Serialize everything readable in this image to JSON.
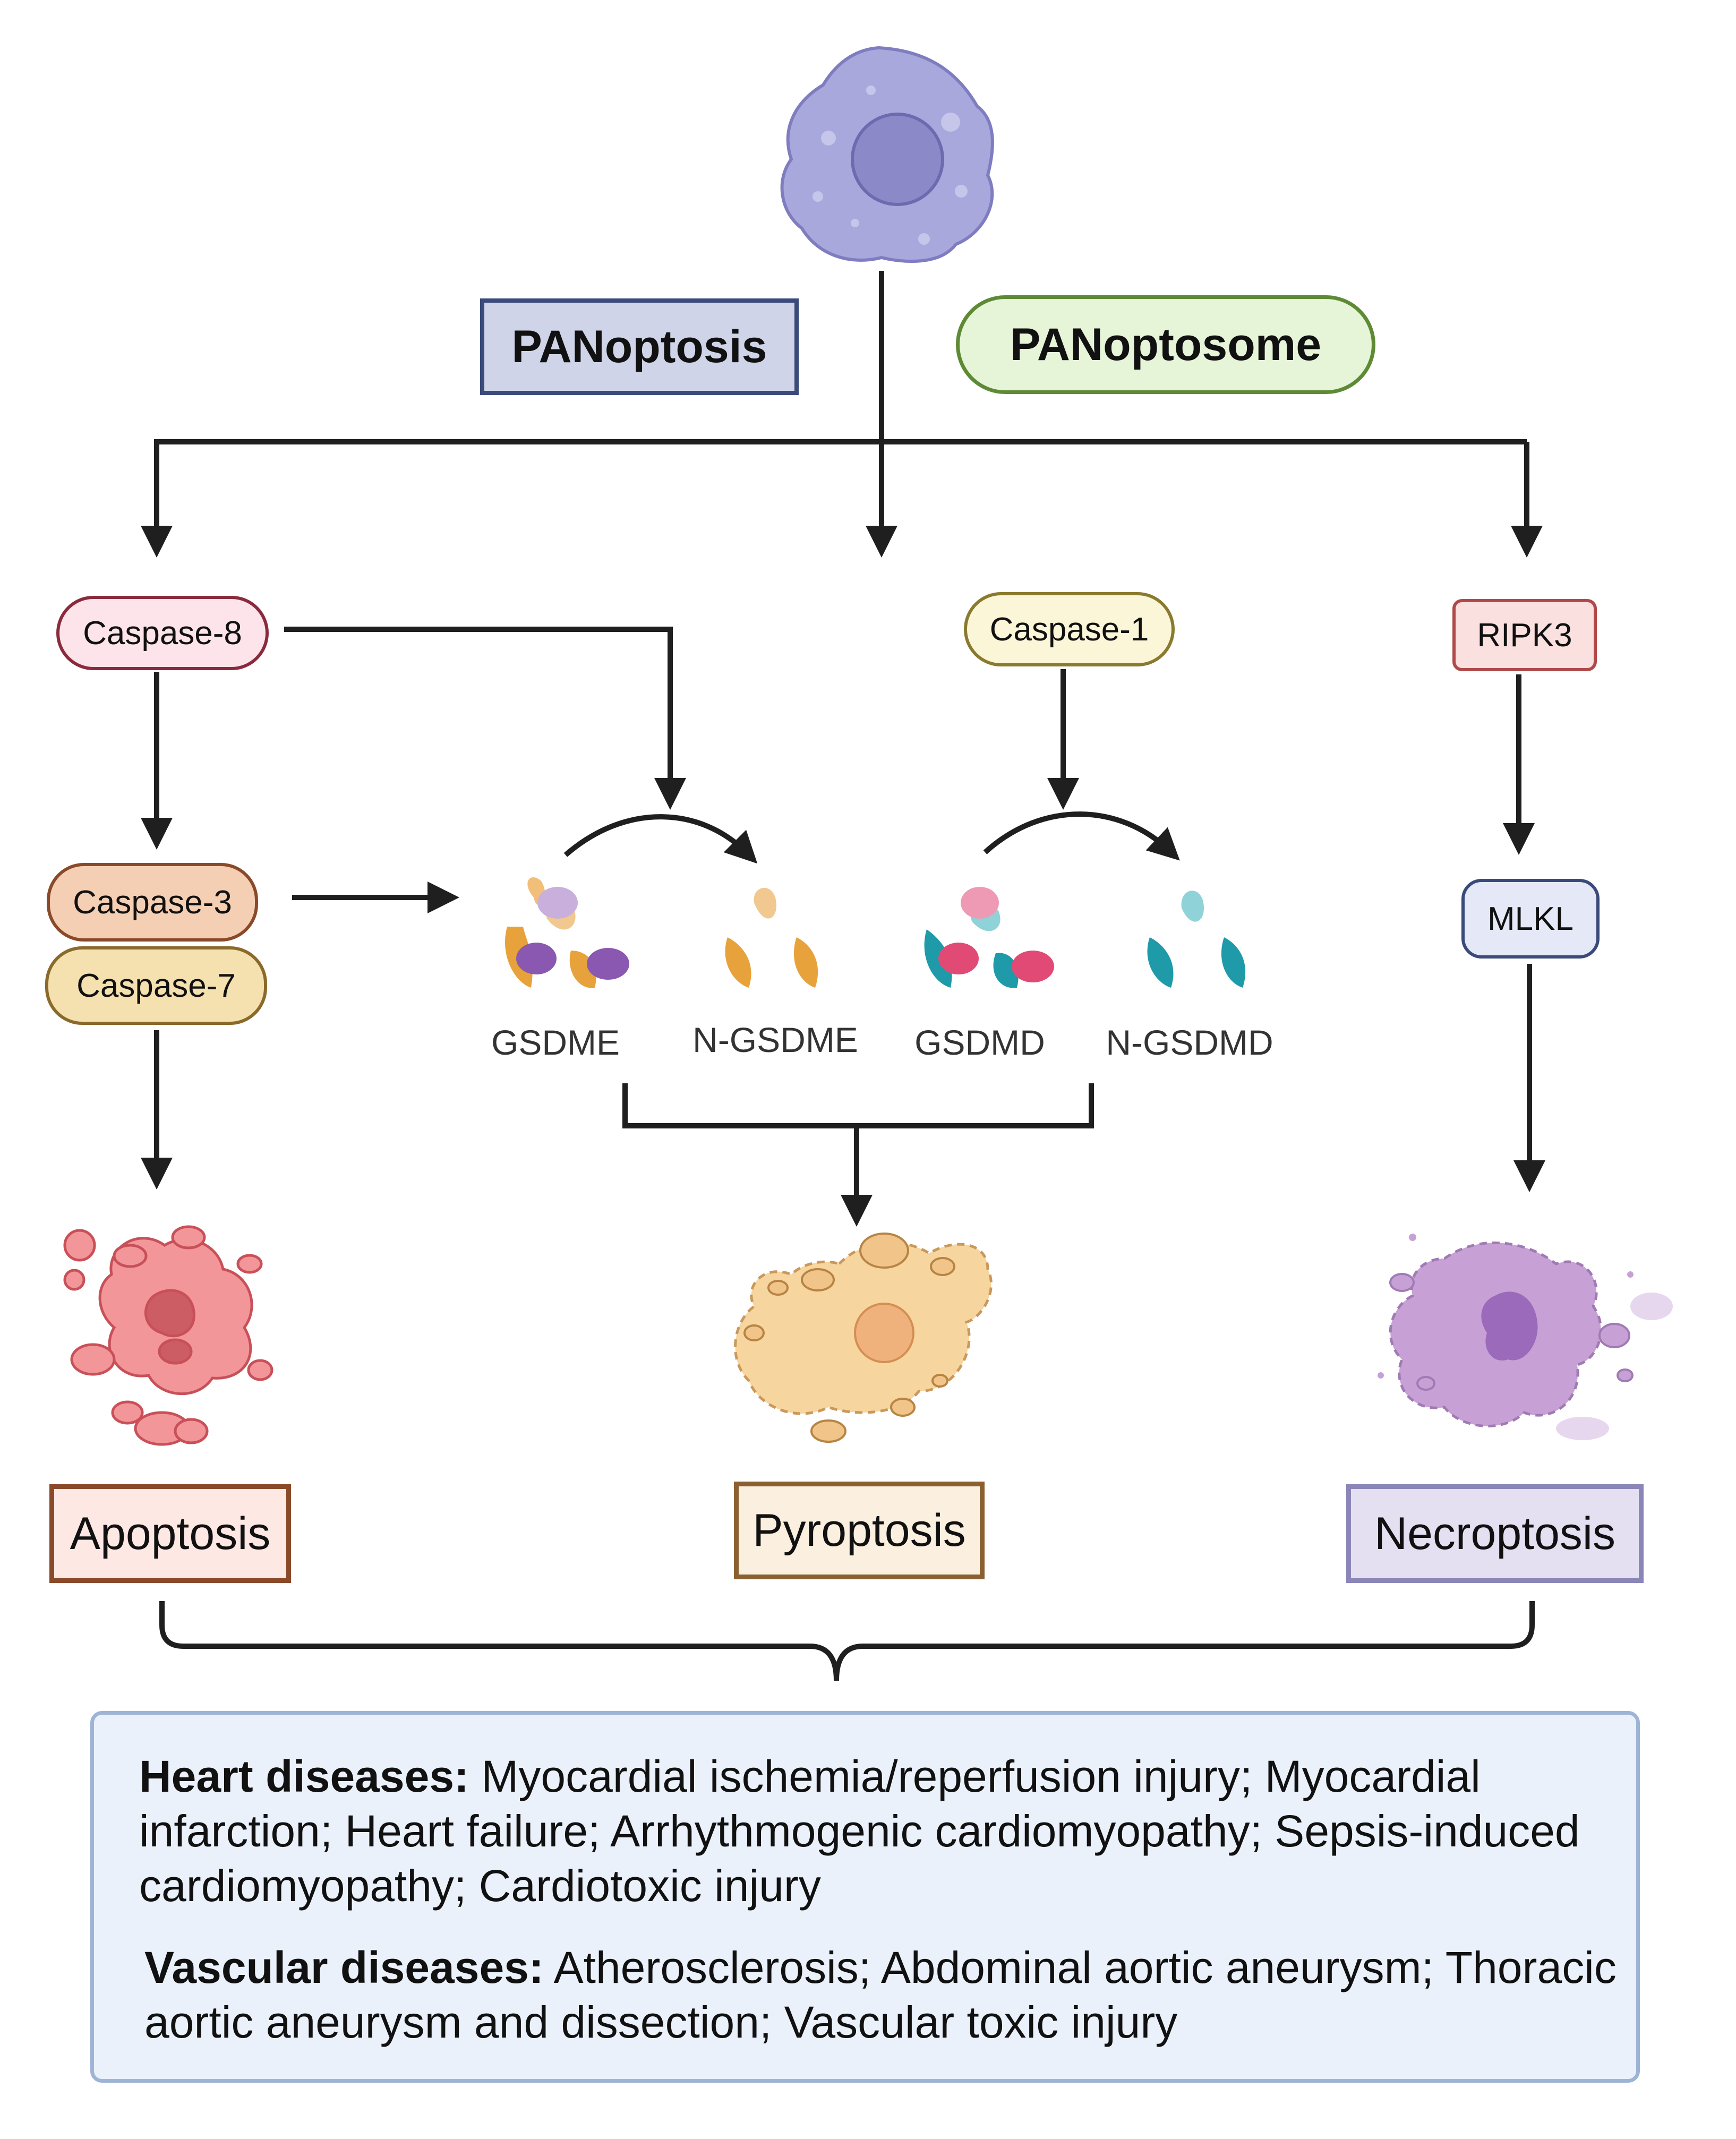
{
  "labels": {
    "panoptosis": "PANoptosis",
    "panoptosome": "PANoptosome",
    "caspase8": "Caspase-8",
    "caspase1": "Caspase-1",
    "ripk3": "RIPK3",
    "caspase3": "Caspase-3",
    "caspase7": "Caspase-7",
    "mlkl": "MLKL",
    "gsdme": "GSDME",
    "n_gsdme": "N-GSDME",
    "gsdmd": "GSDMD",
    "n_gsdmd": "N-GSDMD"
  },
  "outcomes": {
    "apoptosis": "Apoptosis",
    "pyroptosis": "Pyroptosis",
    "necroptosis": "Necroptosis"
  },
  "diseases": {
    "heart_heading": "Heart diseases:",
    "heart_text": "Myocardial ischemia/reperfusion injury;  Myocardial infarction; Heart failure; Arrhythmogenic cardiomyopathy; Sepsis-induced cardiomyopathy; Cardiotoxic injury",
    "vascular_heading": "Vascular diseases:",
    "vascular_text": "Atherosclerosis; Abdominal aortic aneurysm; Thoracic aortic aneurysm and dissection; Vascular toxic injury"
  },
  "colors": {
    "panoptosis_fill": "#cfd4e8",
    "panoptosis_border": "#3a4a7a",
    "panoptosome_fill": "#e6f4d8",
    "panoptosome_border": "#5e8a36",
    "caspase8_fill": "#fde4ea",
    "caspase8_border": "#8a2a3c",
    "caspase1_fill": "#fbf6d8",
    "caspase1_border": "#8a7a2e",
    "ripk3_fill": "#fbe0e0",
    "ripk3_border": "#b04a4a",
    "caspase3_fill": "#f5cfb4",
    "caspase3_border": "#8a4a2a",
    "caspase7_fill": "#f5e1b0",
    "caspase7_border": "#8a6a2a",
    "mlkl_fill": "#e4e8f7",
    "mlkl_border": "#3a4a7a",
    "apoptosis_fill": "#fde8e4",
    "apoptosis_border": "#8a4a2a",
    "pyroptosis_fill": "#fbf0e0",
    "pyroptosis_border": "#8a6030",
    "necroptosis_fill": "#e4e0f2",
    "necroptosis_border": "#8a86b8",
    "arrow": "#1f1f1f"
  }
}
